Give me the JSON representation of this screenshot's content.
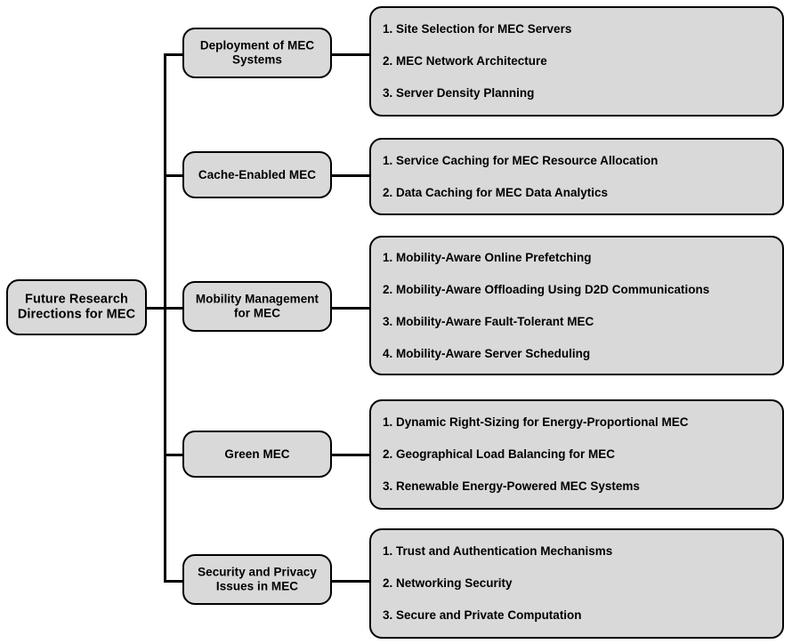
{
  "diagram": {
    "title": "Future Research Directions for MEC",
    "type": "tree-mindmap",
    "colors": {
      "node_fill": "#d9d9d9",
      "node_border": "#000000",
      "connector": "#000000",
      "background": "#ffffff",
      "text": "#000000"
    },
    "root": {
      "label": "Future Research\nDirections for MEC"
    },
    "branches": [
      {
        "category": "Deployment of MEC\nSystems",
        "category_plain": "Deployment of MEC Systems",
        "items": [
          "1. Site Selection for MEC Servers",
          "2. MEC Network Architecture",
          "3. Server Density Planning"
        ]
      },
      {
        "category": "Cache-Enabled MEC",
        "category_plain": "Cache-Enabled MEC",
        "items": [
          "1. Service Caching for MEC Resource Allocation",
          "2. Data Caching for MEC Data Analytics"
        ]
      },
      {
        "category": "Mobility Management\nfor MEC",
        "category_plain": "Mobility Management for MEC",
        "items": [
          "1. Mobility-Aware Online Prefetching",
          "2. Mobility-Aware Offloading Using D2D Communications",
          "3. Mobility-Aware Fault-Tolerant MEC",
          "4. Mobility-Aware Server Scheduling"
        ]
      },
      {
        "category": "Green MEC",
        "category_plain": "Green MEC",
        "items": [
          "1. Dynamic Right-Sizing for Energy-Proportional MEC",
          "2. Geographical Load Balancing for MEC",
          "3. Renewable Energy-Powered MEC Systems"
        ]
      },
      {
        "category": "Security and Privacy\nIssues in MEC",
        "category_plain": "Security and Privacy Issues in MEC",
        "items": [
          "1. Trust and Authentication Mechanisms",
          "2. Networking Security",
          "3. Secure and Private Computation"
        ]
      }
    ]
  }
}
